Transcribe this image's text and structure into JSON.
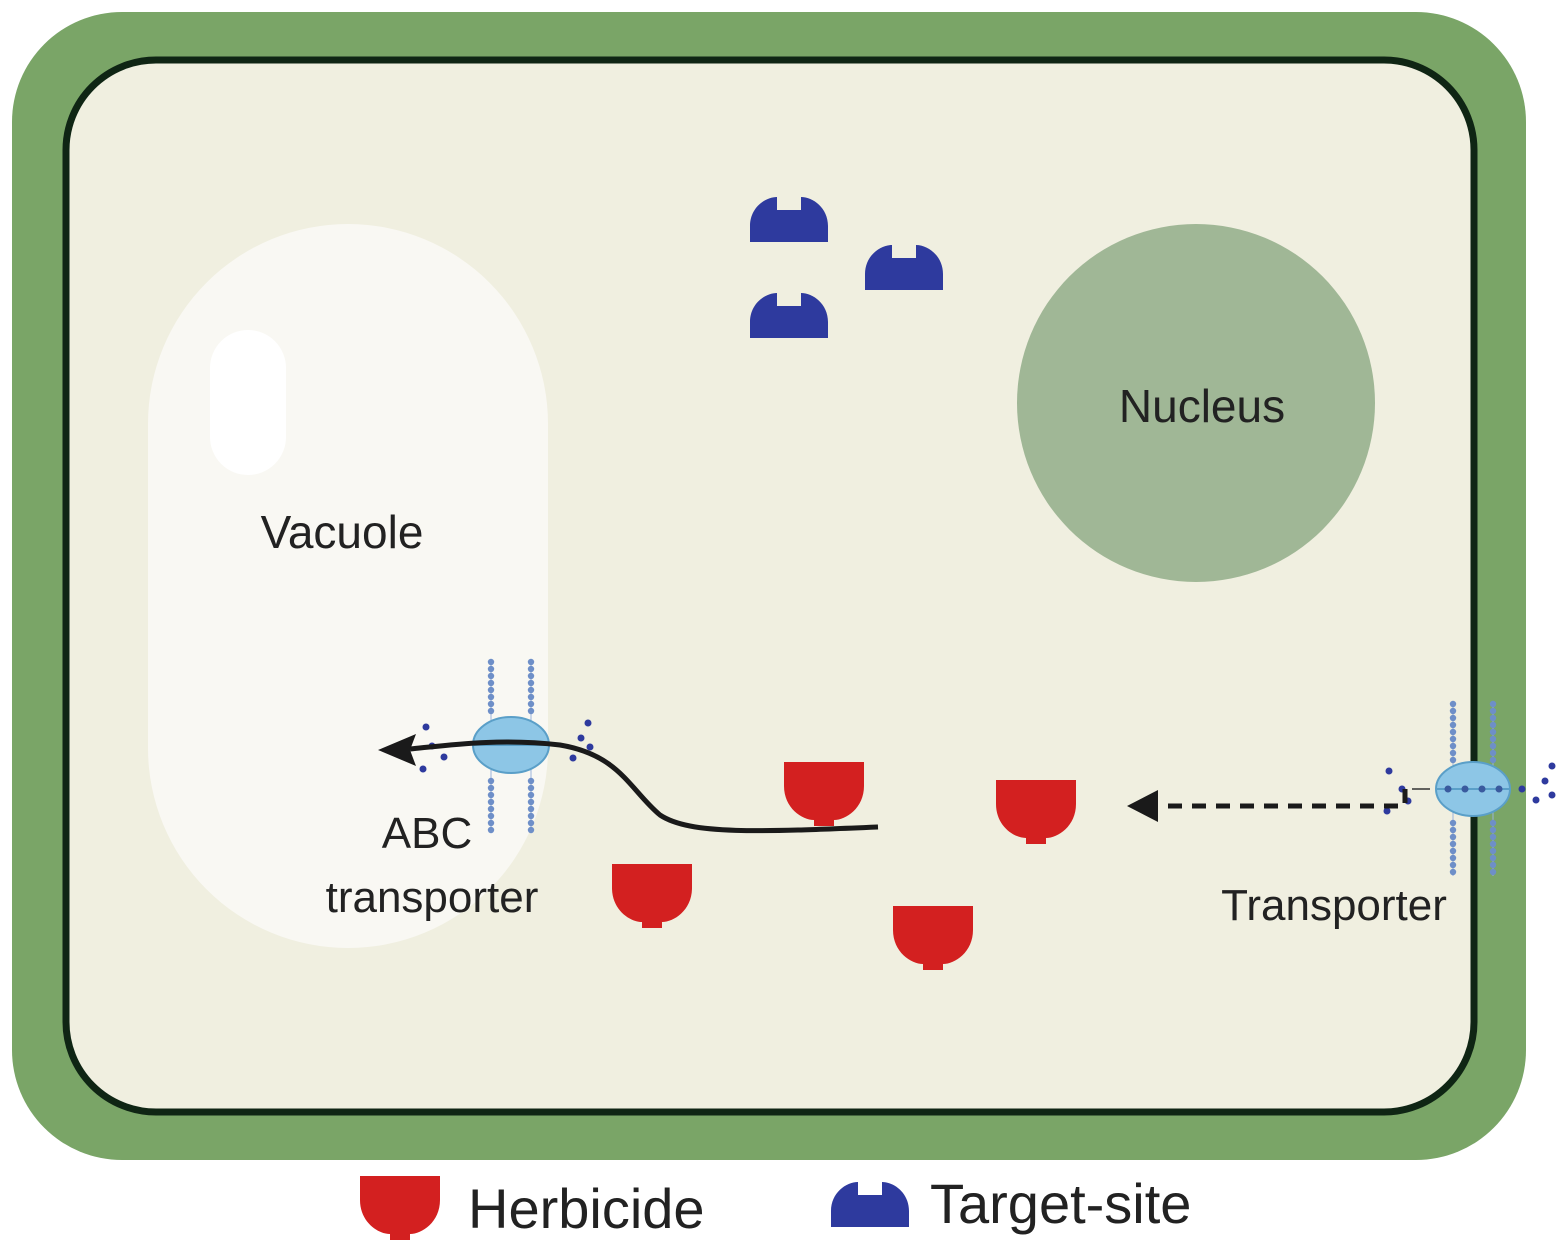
{
  "labels": {
    "vacuole": "Vacuole",
    "nucleus": "Nucleus",
    "abc_line1": "ABC",
    "abc_line2": "transporter",
    "transporter": "Transporter"
  },
  "legend": {
    "herbicide": "Herbicide",
    "target_site": "Target-site"
  },
  "colors": {
    "cell_wall": "#7aa567",
    "membrane": "#0f2514",
    "cytoplasm": "#f0efe0",
    "vacuole": "#f9f8f3",
    "nucleus": "#a0b796",
    "herbicide": "#d32020",
    "target_site": "#2e3a9e",
    "transporter_protein": "#8dc6e6",
    "lipid": "#6e8fc8"
  },
  "icons": {
    "herbicide": "herbicide-icon",
    "target_site": "target-site-icon",
    "transporter": "membrane-transporter-icon"
  }
}
